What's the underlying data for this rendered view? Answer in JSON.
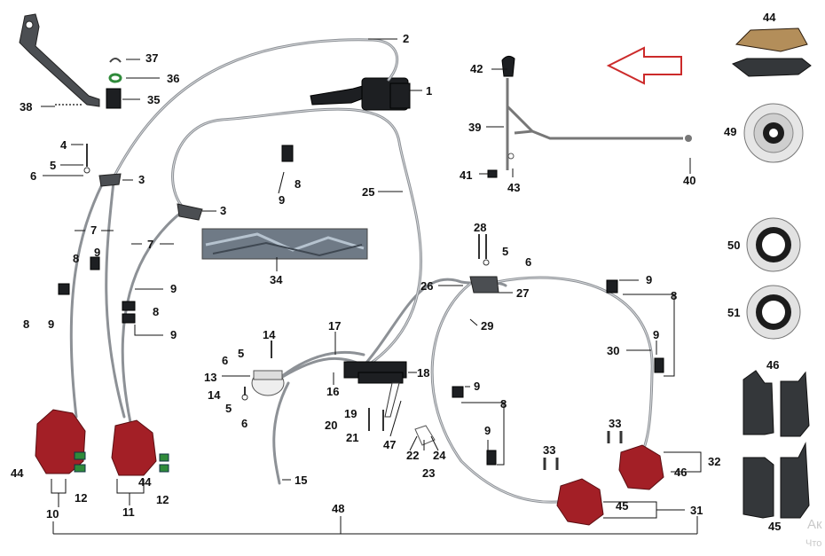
{
  "colors": {
    "arrow": "#cc2a2a",
    "caliper": "#a31f26",
    "hose": "#8d9196"
  },
  "callouts": [
    "1",
    "2",
    "3",
    "3",
    "4",
    "5",
    "5",
    "5",
    "5",
    "6",
    "6",
    "6",
    "6",
    "7",
    "7",
    "8",
    "8",
    "8",
    "8",
    "8",
    "8",
    "9",
    "9",
    "9",
    "9",
    "9",
    "9",
    "9",
    "9",
    "9",
    "9",
    "10",
    "11",
    "12",
    "12",
    "13",
    "14",
    "14",
    "15",
    "16",
    "17",
    "18",
    "19",
    "20",
    "21",
    "22",
    "23",
    "24",
    "25",
    "26",
    "27",
    "28",
    "29",
    "30",
    "31",
    "32",
    "33",
    "33",
    "37",
    "36",
    "35",
    "38",
    "42",
    "39",
    "41",
    "43",
    "40",
    "44",
    "49",
    "50",
    "51",
    "46",
    "45",
    "34",
    "44",
    "44",
    "45",
    "46",
    "47",
    "48"
  ],
  "watermark": {
    "line1": "Ак",
    "line2": "Что"
  },
  "icons": [
    "red-direction-arrow-icon"
  ]
}
